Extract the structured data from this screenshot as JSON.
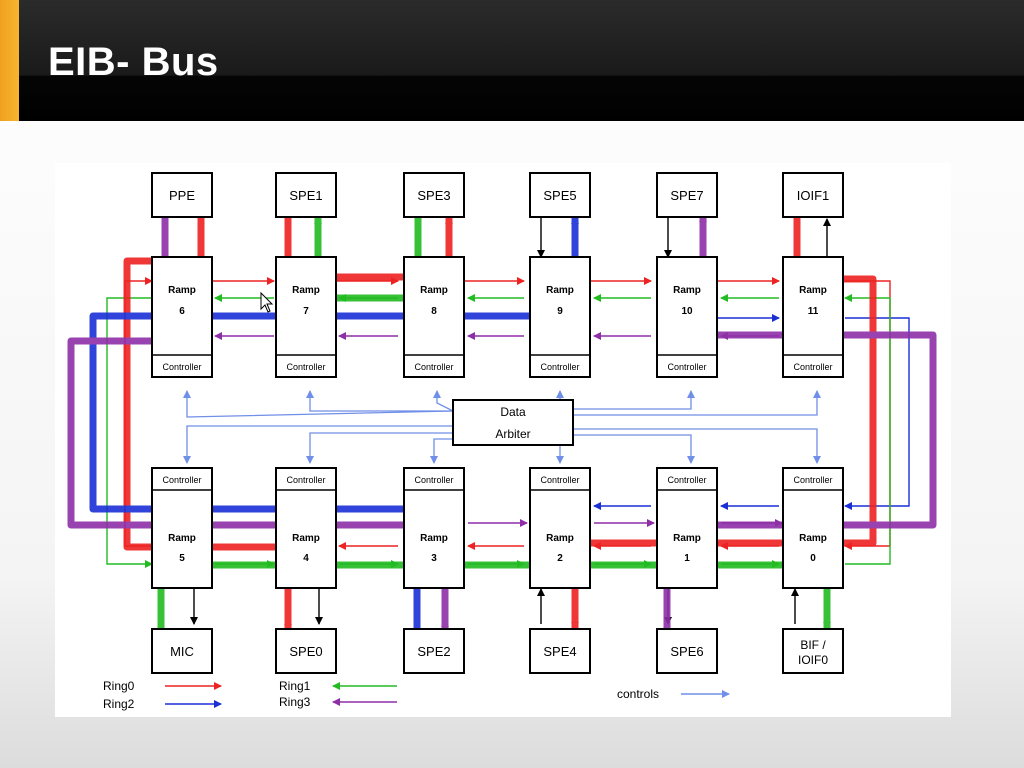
{
  "slide": {
    "title": "EIB- Bus"
  },
  "colors": {
    "ring0": "#ee2222",
    "ring1": "#22bb22",
    "ring2": "#1a2fd6",
    "ring3": "#8e2fa8",
    "controls": "#6f8fe8"
  },
  "top_units": [
    "PPE",
    "SPE1",
    "SPE3",
    "SPE5",
    "SPE7",
    "IOIF1"
  ],
  "bottom_units": [
    "MIC",
    "SPE0",
    "SPE2",
    "SPE4",
    "SPE6",
    "BIF /",
    "IOIF0"
  ],
  "top_ramps": [
    {
      "ramp_label": "Ramp",
      "number": "6",
      "controller": "Controller"
    },
    {
      "ramp_label": "Ramp",
      "number": "7",
      "controller": "Controller"
    },
    {
      "ramp_label": "Ramp",
      "number": "8",
      "controller": "Controller"
    },
    {
      "ramp_label": "Ramp",
      "number": "9",
      "controller": "Controller"
    },
    {
      "ramp_label": "Ramp",
      "number": "10",
      "controller": "Controller"
    },
    {
      "ramp_label": "Ramp",
      "number": "11",
      "controller": "Controller"
    }
  ],
  "bottom_ramps": [
    {
      "ramp_label": "Ramp",
      "number": "5",
      "controller": "Controller"
    },
    {
      "ramp_label": "Ramp",
      "number": "4",
      "controller": "Controller"
    },
    {
      "ramp_label": "Ramp",
      "number": "3",
      "controller": "Controller"
    },
    {
      "ramp_label": "Ramp",
      "number": "2",
      "controller": "Controller"
    },
    {
      "ramp_label": "Ramp",
      "number": "1",
      "controller": "Controller"
    },
    {
      "ramp_label": "Ramp",
      "number": "0",
      "controller": "Controller"
    }
  ],
  "arbiter": {
    "line1": "Data",
    "line2": "Arbiter"
  },
  "legend": {
    "ring0": "Ring0",
    "ring1": "Ring1",
    "ring2": "Ring2",
    "ring3": "Ring3",
    "controls": "controls"
  }
}
